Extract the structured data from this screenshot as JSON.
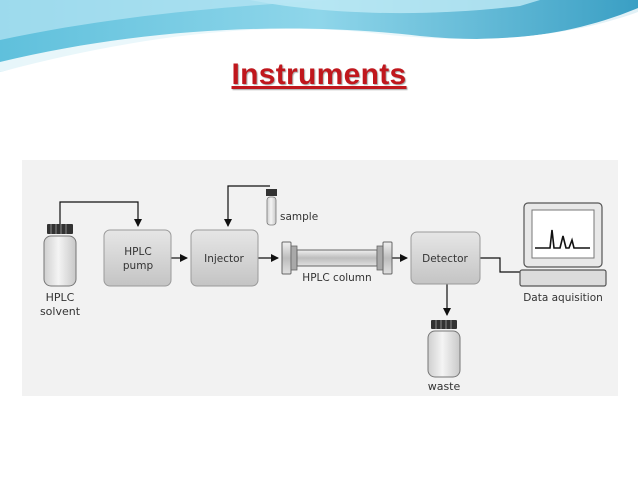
{
  "slide": {
    "title": "Instruments"
  },
  "diagram": {
    "solvent_label_line1": "HPLC",
    "solvent_label_line2": "solvent",
    "pump_label_line1": "HPLC",
    "pump_label_line2": "pump",
    "injector_label": "Injector",
    "sample_label": "sample",
    "column_label": "HPLC column",
    "detector_label": "Detector",
    "waste_label": "waste",
    "data_label": "Data aquisition"
  },
  "colors": {
    "title": "#c0171d",
    "wave_dark": "#3aa6c9",
    "wave_light": "#9ad8ea",
    "diagram_background": "#f2f2f2",
    "box_fill": "#d6d6d6"
  }
}
